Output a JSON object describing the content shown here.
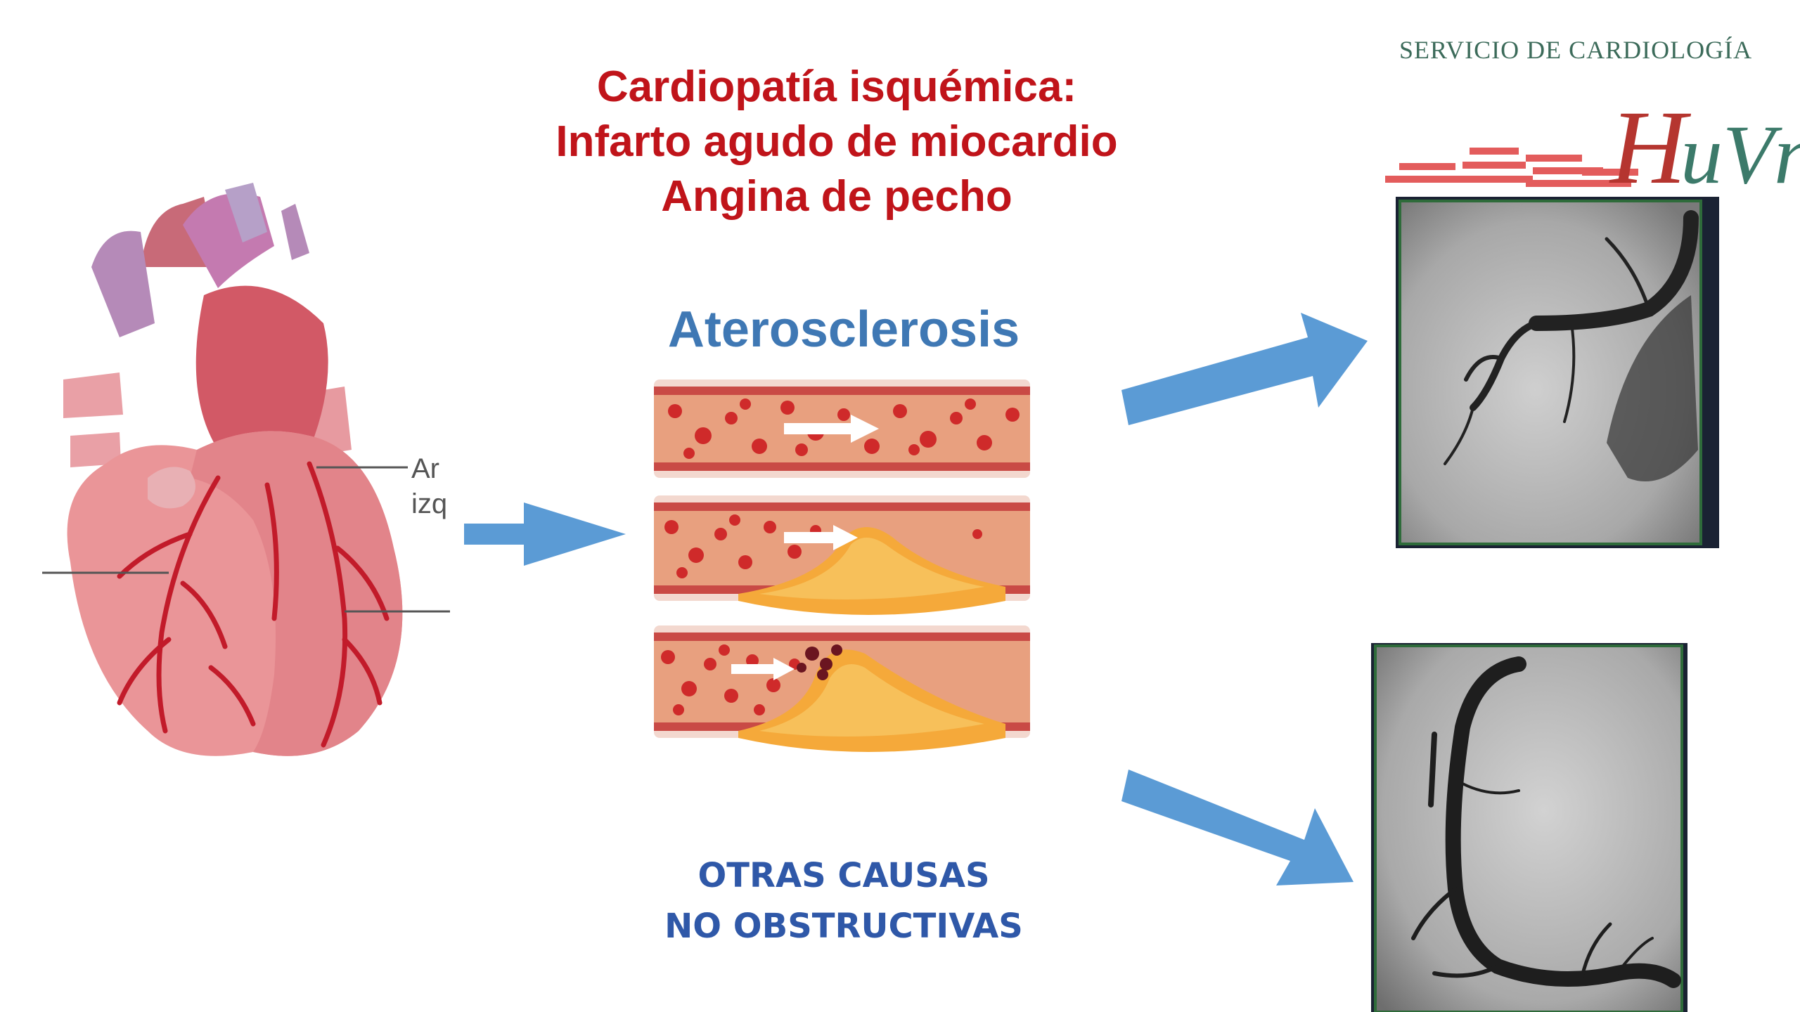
{
  "title": {
    "line1": "Cardiopatía isquémica:",
    "line2": "Infarto agudo de miocardio",
    "line3": "Angina de pecho"
  },
  "center": {
    "label": "Aterosclerosis"
  },
  "other_causes": {
    "line1": "OTRAS CAUSAS",
    "line2": "NO OBSTRUCTIVAS"
  },
  "logo": {
    "service": "SERVICIO DE CARDIOLOGÍA",
    "mark": "HUVn"
  },
  "heart": {
    "label_fragment_1": "Ar",
    "label_fragment_2": "izq"
  },
  "colors": {
    "title_red": "#c0141a",
    "athero_blue": "#3f78b4",
    "other_blue": "#2f58a8",
    "arrow_blue": "#5b9bd5",
    "logo_green": "#3c6b5a",
    "logo_red": "#b5352f"
  }
}
